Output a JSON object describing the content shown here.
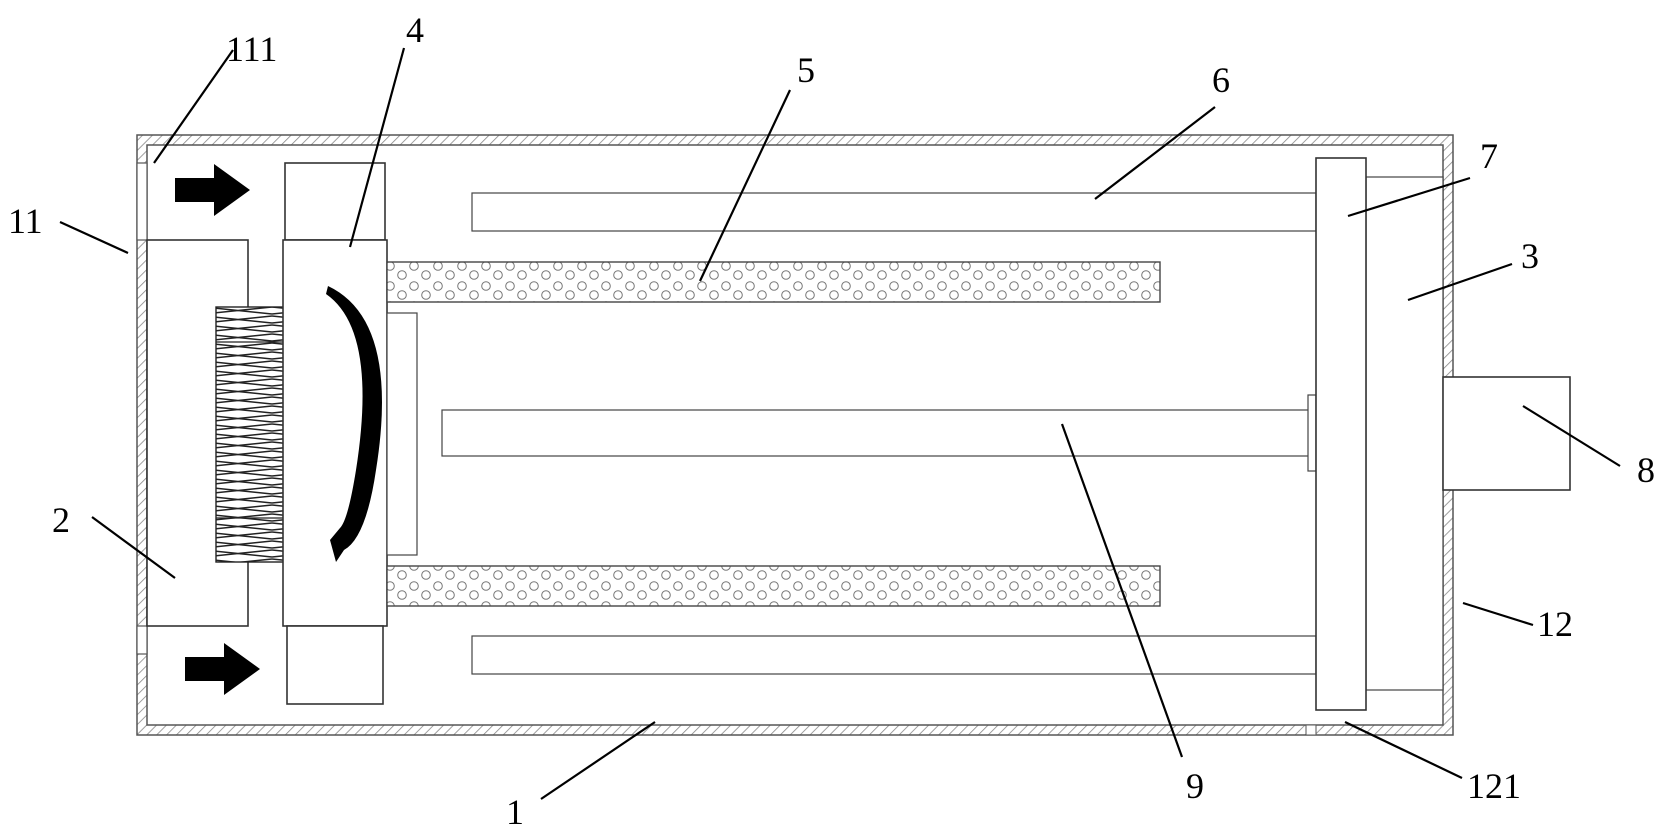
{
  "labels": {
    "l111": "111",
    "l11": "11",
    "l4": "4",
    "l5": "5",
    "l6": "6",
    "l7": "7",
    "l3": "3",
    "l8": "8",
    "l2": "2",
    "l12": "12",
    "l121": "121",
    "l1": "1",
    "l9": "9"
  }
}
